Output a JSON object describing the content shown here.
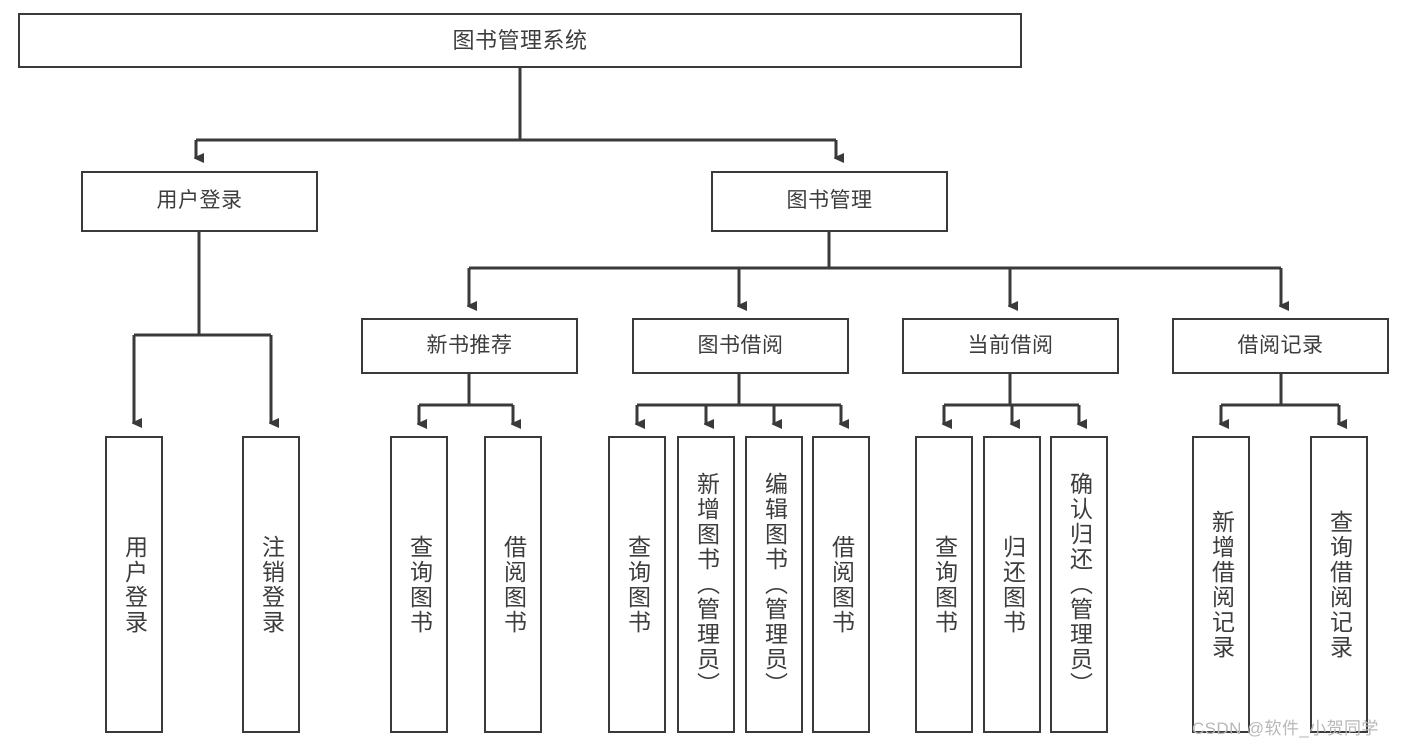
{
  "diagram": {
    "title": "图书管理系统",
    "watermark": "CSDN @软件_小贺同学",
    "colors": {
      "box_border": "#3a3a3a",
      "text": "#3d3d3d",
      "background": "#ffffff",
      "watermark": "#b8b8b8"
    },
    "levels": {
      "root": {
        "label": "图书管理系统"
      },
      "level2": [
        {
          "label": "用户登录"
        },
        {
          "label": "图书管理"
        }
      ],
      "level3": [
        {
          "label": "新书推荐"
        },
        {
          "label": "图书借阅"
        },
        {
          "label": "当前借阅"
        },
        {
          "label": "借阅记录"
        }
      ],
      "leaves": [
        {
          "label": "用户登录"
        },
        {
          "label": "注销登录"
        },
        {
          "label": "查询图书"
        },
        {
          "label": "借阅图书"
        },
        {
          "label": "查询图书"
        },
        {
          "label": "新增图书（管理员）"
        },
        {
          "label": "编辑图书（管理员）"
        },
        {
          "label": "借阅图书"
        },
        {
          "label": "查询图书"
        },
        {
          "label": "归还图书"
        },
        {
          "label": "确认归还（管理员）"
        },
        {
          "label": "新增借阅记录"
        },
        {
          "label": "查询借阅记录"
        }
      ]
    }
  }
}
